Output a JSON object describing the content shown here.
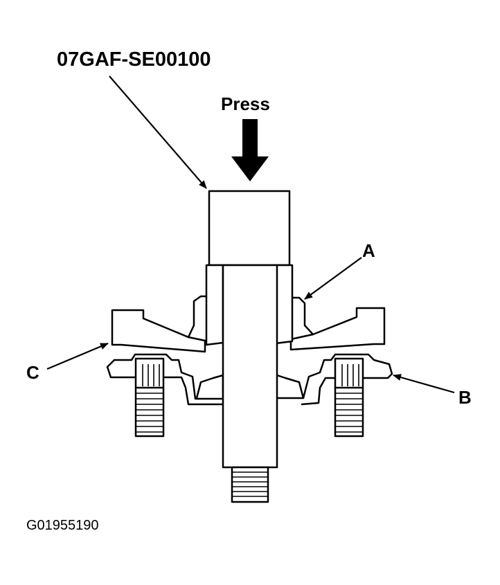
{
  "labels": {
    "tool": "07GAF-SE00100",
    "press": "Press",
    "a": "A",
    "b": "B",
    "c": "C",
    "figure_id": "G01955190"
  },
  "colors": {
    "ink": "#000000",
    "paper": "#ffffff"
  }
}
